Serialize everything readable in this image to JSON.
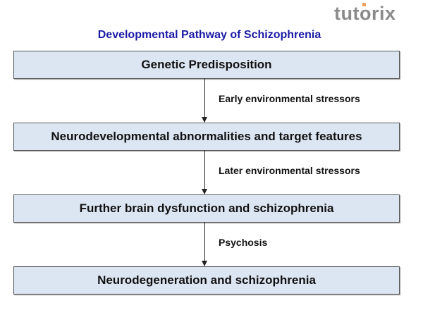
{
  "logo": "tutorix",
  "title": "Developmental Pathway of Schizophrenia",
  "stages": [
    "Genetic Predisposition",
    "Neurodevelopmental abnormalities and target features",
    "Further brain dysfunction and schizophrenia",
    "Neurodegeneration and schizophrenia"
  ],
  "transitions": [
    "Early environmental stressors",
    "Later environmental stressors",
    "Psychosis"
  ],
  "colors": {
    "title": "#1a1aa6",
    "box_fill": "#dce6f2"
  }
}
